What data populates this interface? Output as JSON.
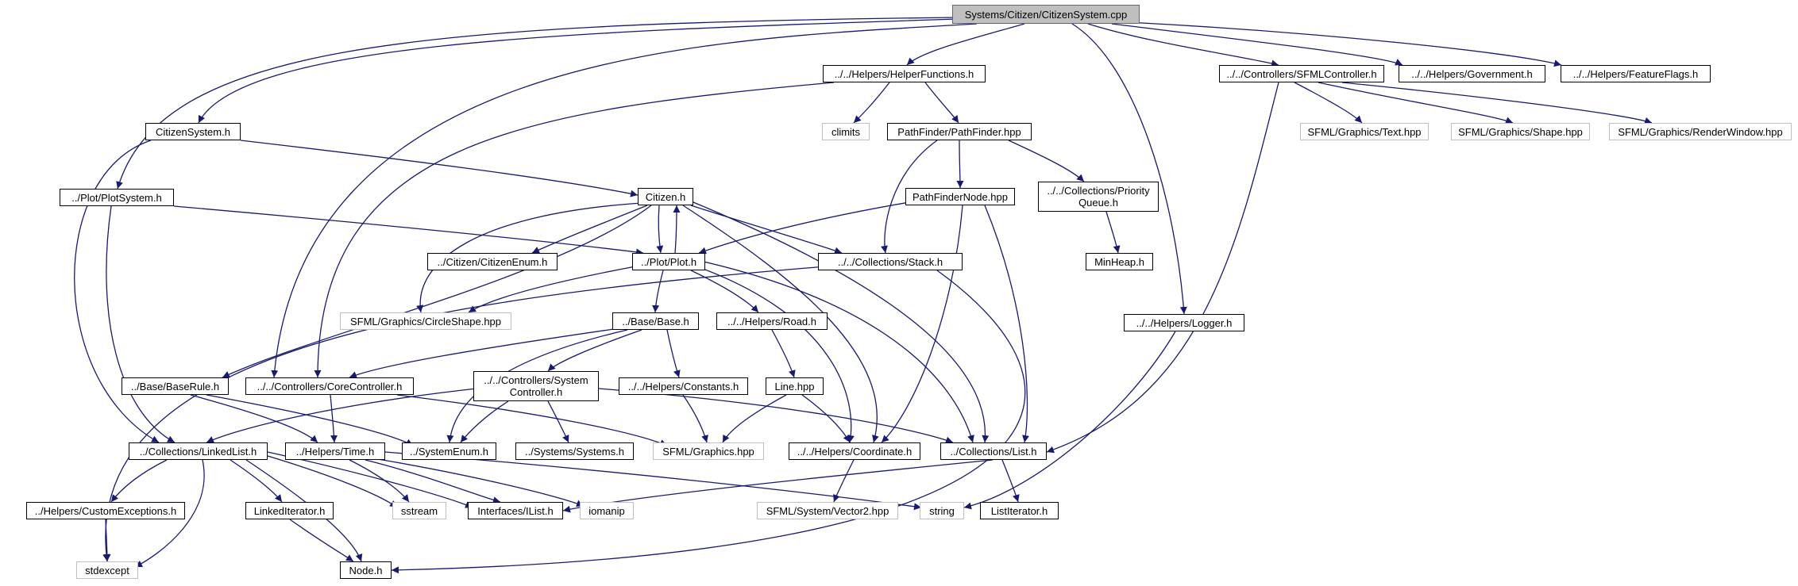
{
  "nodes": {
    "root": "Systems/Citizen/CitizenSystem.cpp",
    "helper_functions": "../../Helpers/HelperFunctions.h",
    "sfml_controller": "../../Controllers/SFMLController.h",
    "government": "../../Helpers/Government.h",
    "feature_flags": "../../Helpers/FeatureFlags.h",
    "climits": "climits",
    "pathfinder": "PathFinder/PathFinder.hpp",
    "sfml_text": "SFML/Graphics/Text.hpp",
    "sfml_shape": "SFML/Graphics/Shape.hpp",
    "sfml_renderwindow": "SFML/Graphics/RenderWindow.hpp",
    "citizen_system_h": "CitizenSystem.h",
    "citizen_h": "Citizen.h",
    "pathfinder_node": "PathFinderNode.hpp",
    "priority_queue": "../../Collections/Priority Queue.h",
    "plot_system": "../Plot/PlotSystem.h",
    "citizen_enum": "../Citizen/CitizenEnum.h",
    "plot_h": "../Plot/Plot.h",
    "stack_h": "../../Collections/Stack.h",
    "min_heap": "MinHeap.h",
    "logger": "../../Helpers/Logger.h",
    "circle_shape": "SFML/Graphics/CircleShape.hpp",
    "base_h": "../Base/Base.h",
    "road_h": "../../Helpers/Road.h",
    "base_rule": "../Base/BaseRule.h",
    "core_controller": "../../Controllers/CoreController.h",
    "system_controller": "../../Controllers/System Controller.h",
    "constants_h": "../../Helpers/Constants.h",
    "line_hpp": "Line.hpp",
    "linked_list": "../Collections/LinkedList.h",
    "time_h": "../Helpers/Time.h",
    "system_enum": "../SystemEnum.h",
    "systems_h": "../Systems/Systems.h",
    "sfml_graphics": "SFML/Graphics.hpp",
    "coordinate_h": "../../Helpers/Coordinate.h",
    "list_h": "../Collections/List.h",
    "custom_exceptions": "../Helpers/CustomExceptions.h",
    "linked_iterator": "LinkedIterator.h",
    "sstream": "sstream",
    "ilist": "Interfaces/IList.h",
    "iomanip": "iomanip",
    "sfml_vector2": "SFML/System/Vector2.hpp",
    "string": "string",
    "list_iterator": "ListIterator.h",
    "stdexcept": "stdexcept",
    "node_h": "Node.h"
  },
  "colors": {
    "edge": "#191970",
    "root_fill": "#bfbfbf",
    "internal_border": "#000000",
    "external_border": "#bfbfbf"
  }
}
